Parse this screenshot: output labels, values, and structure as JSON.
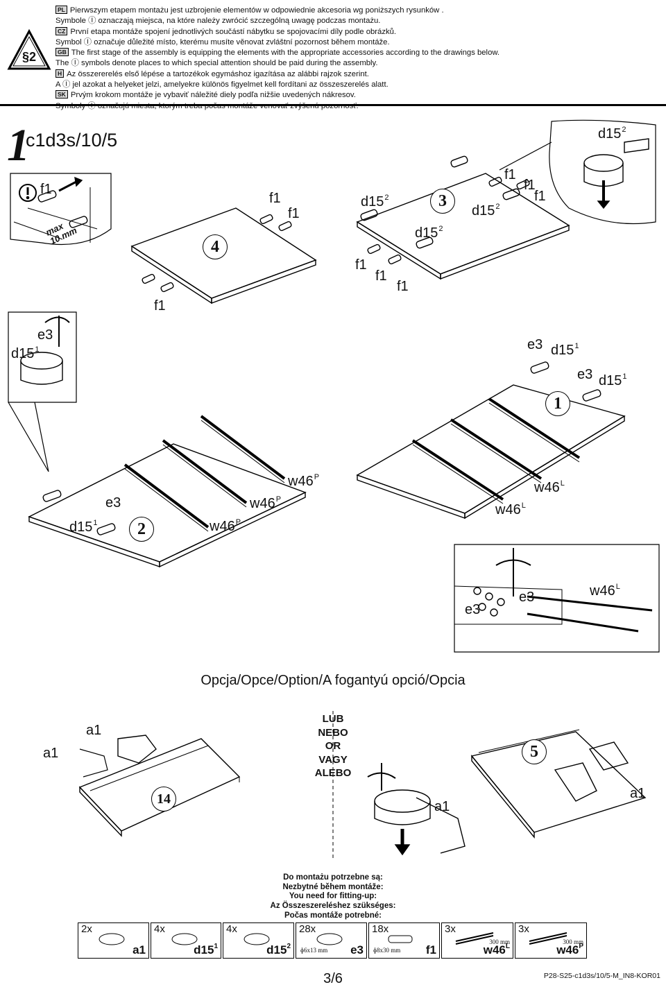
{
  "header": {
    "warning_label": "§2",
    "lines": [
      {
        "flag": "PL",
        "text": "Pierwszym etapem montażu jest uzbrojenie elementów w odpowiednie akcesoria wg poniższych rysunków ."
      },
      {
        "flag": "",
        "text": "Symbole Ⓘ oznaczają miejsca, na które należy zwrócić szczególną uwagę podczas montażu."
      },
      {
        "flag": "CZ",
        "text": "První etapa montáže  spojení jednotlivých součástí nábytku se spojovacími díly podle obrázků."
      },
      {
        "flag": "",
        "text": "Symbol Ⓘ označuje důležité místo, kterému musíte věnovat zvláštní pozornost během montáže."
      },
      {
        "flag": "GB",
        "text": "The first stage of the assembly is equipping the elements with the appropriate accessories according to the drawings below."
      },
      {
        "flag": "",
        "text": "The Ⓘ symbols denote places to which special attention should be paid during the assembly."
      },
      {
        "flag": "H",
        "text": "Az összererelés első lépése a tartozékok egymáshoz igazítása az alábbi rajzok szerint."
      },
      {
        "flag": "",
        "text": "A Ⓘ jel azokat a helyeket jelzi, amelyekre különös figyelmet kell fordítani az összeszerelés alatt."
      },
      {
        "flag": "SK",
        "text": "Prvým krokom montáže je vybaviť náležité diely podľa nižšie uvedených nákresov."
      },
      {
        "flag": "",
        "text": "Symboly Ⓘ označujú miesta, ktorým treba počas montáže venovať zvýšenú pozornosť."
      }
    ]
  },
  "title": {
    "number": "1",
    "code": "c1d3s/10/5"
  },
  "callouts": {
    "max_label": "max\n10 mm",
    "steps": {
      "s1": "1",
      "s2": "2",
      "s3": "3",
      "s4": "4",
      "s5": "5",
      "s14": "14"
    }
  },
  "option": {
    "title": "Opcja/Opce/Option/A fogantyú opció/Opcia",
    "or_words": [
      "LUB",
      "NEBO",
      "OR",
      "VAGY",
      "ALEBO"
    ]
  },
  "needed": {
    "heading": [
      "Do montażu potrzebne są:",
      "Nezbytné během montáže:",
      "You need for fitting-up:",
      "Az Összeszereléshez szükséges:",
      "Počas montáže potrebné:"
    ],
    "parts": [
      {
        "qty": "2x",
        "code": "a1",
        "sup": "",
        "size": ""
      },
      {
        "qty": "4x",
        "code": "d15",
        "sup": "1",
        "size": ""
      },
      {
        "qty": "4x",
        "code": "d15",
        "sup": "2",
        "size": ""
      },
      {
        "qty": "28x",
        "code": "e3",
        "sup": "",
        "size": "ɸ6x13 mm"
      },
      {
        "qty": "18x",
        "code": "f1",
        "sup": "",
        "size": "ɸ8x30 mm"
      },
      {
        "qty": "3x",
        "code": "w46",
        "sup": "L",
        "size": "300 mm"
      },
      {
        "qty": "3x",
        "code": "w46",
        "sup": "P",
        "size": "300 mm"
      }
    ]
  },
  "footer": {
    "page": "3/6",
    "doc_code": "P28-S25-c1d3s/10/5-M_IN8-KOR01"
  }
}
